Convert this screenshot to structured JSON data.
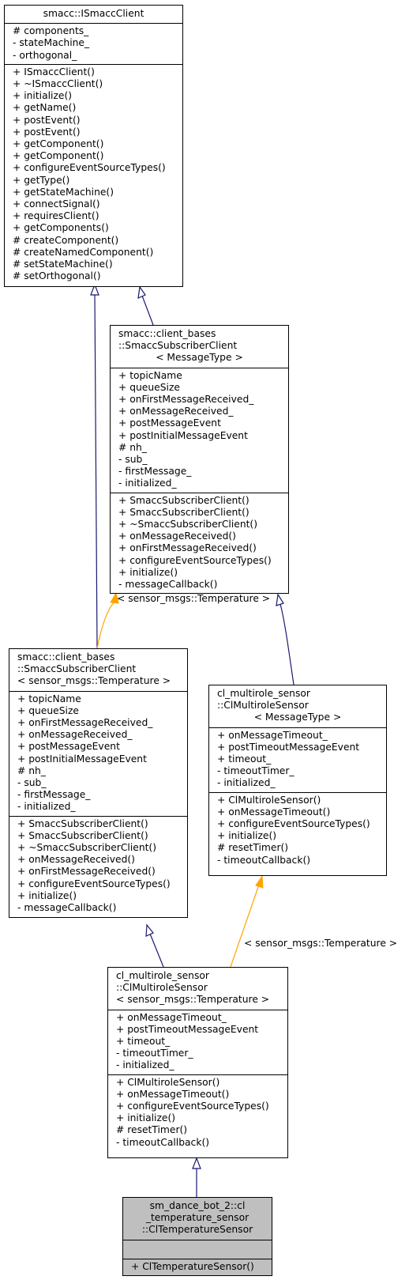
{
  "classes": {
    "ismacc_client": {
      "title": [
        "smacc::ISmaccClient"
      ],
      "attributes": [
        "# components_",
        "- stateMachine_",
        "- orthogonal_"
      ],
      "methods": [
        "+ ISmaccClient()",
        "+ ~ISmaccClient()",
        "+ initialize()",
        "+ getName()",
        "+ postEvent()",
        "+ postEvent()",
        "+ getComponent()",
        "+ getComponent()",
        "+ configureEventSourceTypes()",
        "+ getType()",
        "+ getStateMachine()",
        "+ connectSignal()",
        "+ requiresClient()",
        "+ getComponents()",
        "# createComponent()",
        "# createNamedComponent()",
        "# setStateMachine()",
        "# setOrthogonal()"
      ]
    },
    "subscriber_template": {
      "title": [
        "smacc::client_bases",
        "::SmaccSubscriberClient",
        "< MessageType >"
      ],
      "attributes": [
        "+ topicName",
        "+ queueSize",
        "+ onFirstMessageReceived_",
        "+ onMessageReceived_",
        "+ postMessageEvent",
        "+ postInitialMessageEvent",
        "# nh_",
        "- sub_",
        "- firstMessage_",
        "- initialized_"
      ],
      "methods": [
        "+ SmaccSubscriberClient()",
        "+ SmaccSubscriberClient()",
        "+ ~SmaccSubscriberClient()",
        "+ onMessageReceived()",
        "+ onFirstMessageReceived()",
        "+ configureEventSourceTypes()",
        "+ initialize()",
        "- messageCallback()"
      ]
    },
    "subscriber_temperature": {
      "title": [
        "smacc::client_bases",
        "::SmaccSubscriberClient",
        "< sensor_msgs::Temperature >"
      ],
      "attributes": [
        "+ topicName",
        "+ queueSize",
        "+ onFirstMessageReceived_",
        "+ onMessageReceived_",
        "+ postMessageEvent",
        "+ postInitialMessageEvent",
        "# nh_",
        "- sub_",
        "- firstMessage_",
        "- initialized_"
      ],
      "methods": [
        "+ SmaccSubscriberClient()",
        "+ SmaccSubscriberClient()",
        "+ ~SmaccSubscriberClient()",
        "+ onMessageReceived()",
        "+ onFirstMessageReceived()",
        "+ configureEventSourceTypes()",
        "+ initialize()",
        "- messageCallback()"
      ]
    },
    "multirole_template": {
      "title": [
        "cl_multirole_sensor",
        "::ClMultiroleSensor",
        "< MessageType >"
      ],
      "attributes": [
        "+ onMessageTimeout_",
        "+ postTimeoutMessageEvent",
        "+ timeout_",
        "- timeoutTimer_",
        "- initialized_"
      ],
      "methods": [
        "+ ClMultiroleSensor()",
        "+ onMessageTimeout()",
        "+ configureEventSourceTypes()",
        "+ initialize()",
        "# resetTimer()",
        "- timeoutCallback()"
      ]
    },
    "multirole_temperature": {
      "title": [
        "cl_multirole_sensor",
        "::ClMultiroleSensor",
        "< sensor_msgs::Temperature >"
      ],
      "attributes": [
        "+ onMessageTimeout_",
        "+ postTimeoutMessageEvent",
        "+ timeout_",
        "- timeoutTimer_",
        "- initialized_"
      ],
      "methods": [
        "+ ClMultiroleSensor()",
        "+ onMessageTimeout()",
        "+ configureEventSourceTypes()",
        "+ initialize()",
        "# resetTimer()",
        "- timeoutCallback()"
      ]
    },
    "cl_temperature_sensor": {
      "title": [
        "sm_dance_bot_2::cl",
        "_temperature_sensor",
        "::ClTemperatureSensor"
      ],
      "attributes": [],
      "methods": [
        "+ ClTemperatureSensor()"
      ]
    }
  },
  "edge_labels": {
    "subscriber_binding": "< sensor_msgs::Temperature >",
    "multirole_binding": "< sensor_msgs::Temperature >"
  },
  "colors": {
    "inheritance": "#191970",
    "template_binding": "#ffa500",
    "highlight_fill": "#bfbfbf"
  }
}
